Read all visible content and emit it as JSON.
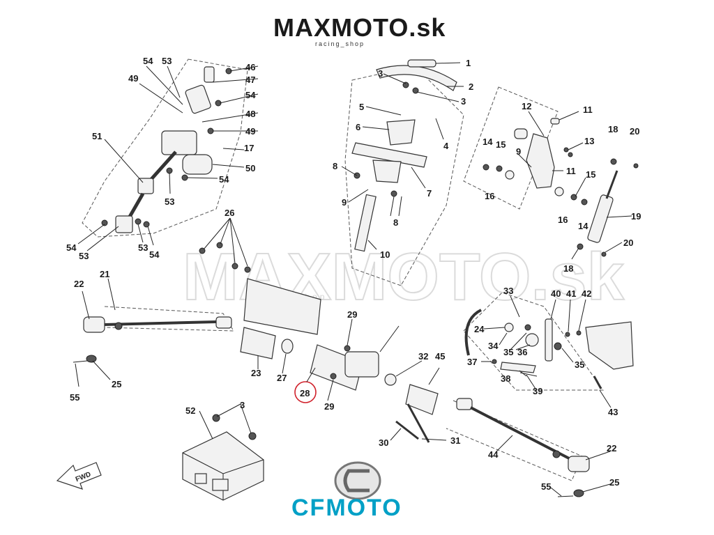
{
  "brand": {
    "title": "MAXMOTO.sk",
    "tagline": "racing_shop",
    "watermark": "MAXMOTO.sk",
    "watermark_sub": "racing_shop",
    "bottom_logo": "CFMOTO",
    "logo_color": "#00a0c6"
  },
  "fwd_label": "FWD",
  "highlight": {
    "number": "28",
    "color": "#d0202a"
  },
  "labels": {
    "n1": "1",
    "n2": "2",
    "n3a": "3",
    "n3b": "3",
    "n4": "4",
    "n5": "5",
    "n6": "6",
    "n7": "7",
    "n8a": "8",
    "n8b": "8",
    "n9a": "9",
    "n9b": "9",
    "n10": "10",
    "n11a": "11",
    "n11b": "11",
    "n12": "12",
    "n13": "13",
    "n14a": "14",
    "n14b": "14",
    "n15a": "15",
    "n15b": "15",
    "n16a": "16",
    "n16b": "16",
    "n17": "17",
    "n18a": "18",
    "n18b": "18",
    "n19": "19",
    "n20a": "20",
    "n20b": "20",
    "n21": "21",
    "n22a": "22",
    "n22b": "22",
    "n23": "23",
    "n24": "24",
    "n25a": "25",
    "n25b": "25",
    "n26": "26",
    "n27": "27",
    "n29a": "29",
    "n29b": "29",
    "n30": "30",
    "n31": "31",
    "n32": "32",
    "n33": "33",
    "n34": "34",
    "n35a": "35",
    "n35b": "35",
    "n36": "36",
    "n37": "37",
    "n38": "38",
    "n39": "39",
    "n40": "40",
    "n41": "41",
    "n42": "42",
    "n43": "43",
    "n44": "44",
    "n45": "45",
    "n46": "46",
    "n47": "47",
    "n48": "48",
    "n49a": "49",
    "n49b": "49",
    "n50": "50",
    "n51": "51",
    "n52": "52",
    "n3c": "3",
    "n53a": "53",
    "n53b": "53",
    "n53c": "53",
    "n53d": "53",
    "n54a": "54",
    "n54b": "54",
    "n54c": "54",
    "n54d": "54",
    "n54e": "54",
    "n55a": "55",
    "n55b": "55"
  }
}
